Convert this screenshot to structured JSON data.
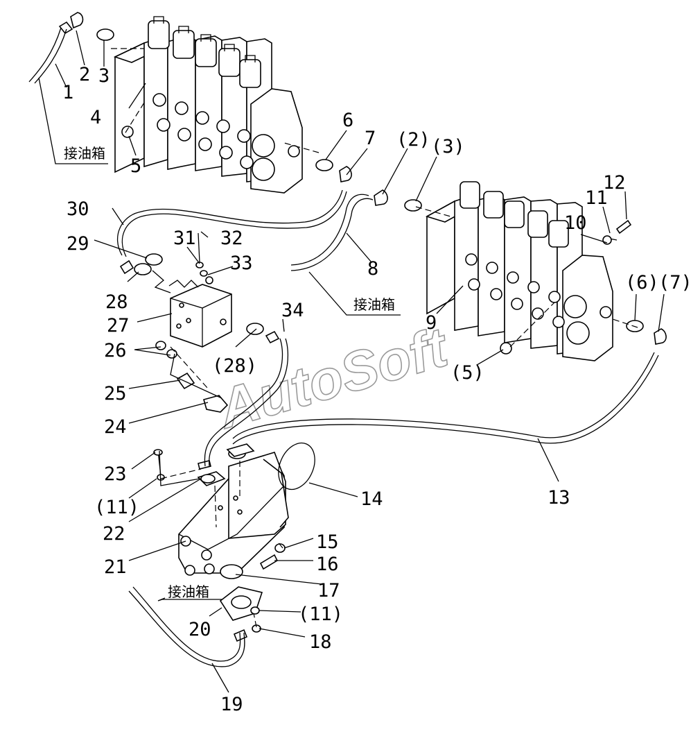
{
  "watermark": "AutoSoft",
  "tank_label": "接油箱",
  "callouts": {
    "c1": "1",
    "c2": "2",
    "c3": "3",
    "c4": "4",
    "c5": "5",
    "c6": "6",
    "c7": "7",
    "c2p": "(2)",
    "c3p": "(3)",
    "c8": "8",
    "c9": "9",
    "c10": "10",
    "c11": "11",
    "c12": "12",
    "c30": "30",
    "c29": "29",
    "c31": "31",
    "c32": "32",
    "c33": "33",
    "c28": "28",
    "c27": "27",
    "c34": "34",
    "c26": "26",
    "c28p": "(28)",
    "c5p": "(5)",
    "c6p": "(6)",
    "c7p": "(7)",
    "c25": "25",
    "c24": "24",
    "c23": "23",
    "c11p_a": "(11)",
    "c22": "22",
    "c14": "14",
    "c13": "13",
    "c15": "15",
    "c21": "21",
    "c16": "16",
    "c17": "17",
    "c11p_b": "(11)",
    "c20": "20",
    "c18": "18",
    "c19": "19"
  }
}
